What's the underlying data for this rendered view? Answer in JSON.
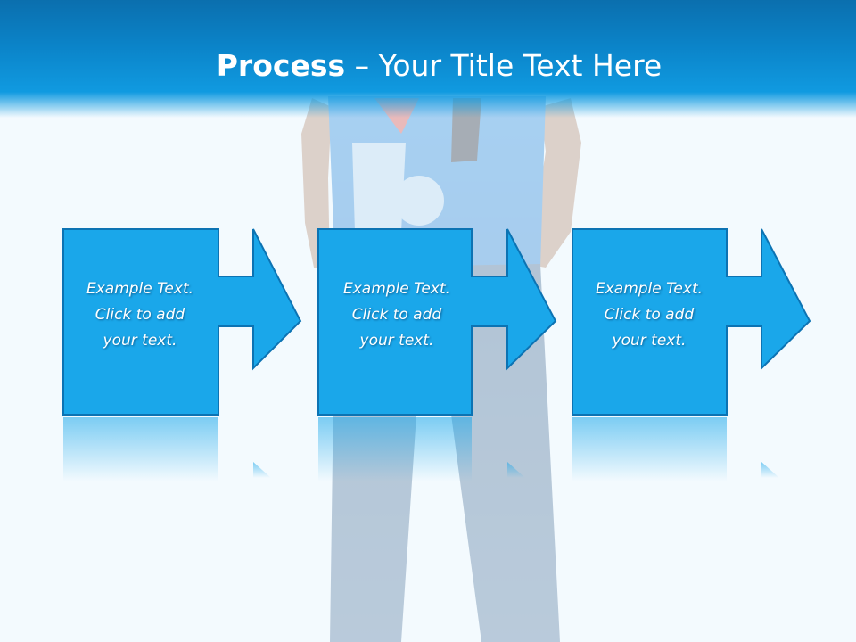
{
  "slide": {
    "title_bold": "Process",
    "title_rest": " – Your Title Text Here",
    "steps": [
      {
        "text": "Example Text.\nClick  to add\nyour text."
      },
      {
        "text": "Example Text.\nClick  to add\nyour text."
      },
      {
        "text": "Example Text.\nClick  to add\nyour text."
      }
    ]
  },
  "colors": {
    "header_top": "#0b6fae",
    "header_bottom": "#109ae0",
    "box_fill": "#1aa7ea",
    "box_border": "#0c73b3",
    "background": "#f3fafe"
  },
  "icons": {
    "step_connector": "arrow-right-icon"
  }
}
